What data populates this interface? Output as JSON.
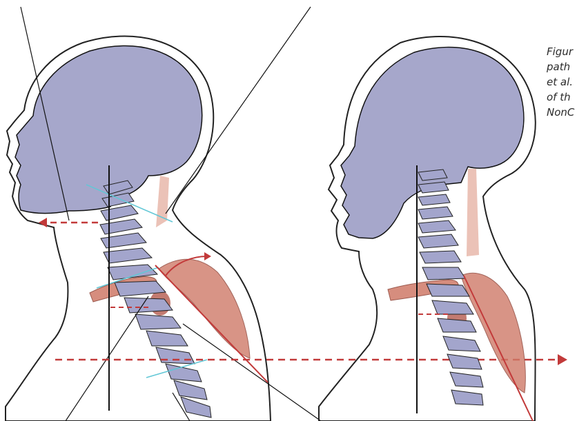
{
  "caption": {
    "lines": [
      "Figur",
      "path",
      "et al.",
      "of th",
      "NonC"
    ]
  },
  "colors": {
    "skull": "#a6a7cb",
    "vertebra": "#a3a5cc",
    "muscle": "#cf7a68",
    "muscle_light": "#e8b7aa",
    "arrow": "#c23a3a",
    "guide_line": "#61c7d6",
    "outline": "#111111"
  }
}
